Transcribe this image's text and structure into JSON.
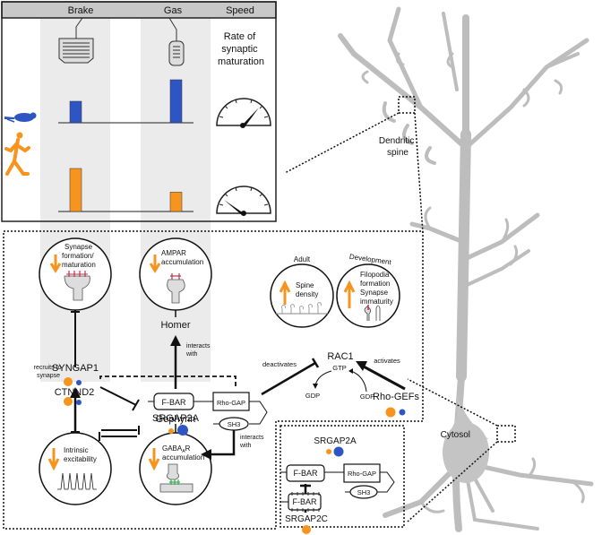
{
  "colors": {
    "orange": "#F7941D",
    "blue": "#2E55C4",
    "neuron_gray": "#BDBDBD",
    "panel_gray": "#EBEBEB",
    "header_gray": "#C8C8C8",
    "synapse_red": "#C0304A",
    "synapse_green": "#2DAE4A"
  },
  "top_panel": {
    "headers": {
      "brake": "Brake",
      "gas": "Gas",
      "speed": "Speed"
    },
    "speed_label": [
      "Rate of",
      "synaptic",
      "maturation"
    ],
    "rows": [
      {
        "organism": "mouse",
        "brake_level": 0.5,
        "gas_level": 1.0,
        "speed_level": "high"
      },
      {
        "organism": "human",
        "brake_level": 1.0,
        "gas_level": 0.45,
        "speed_level": "low"
      }
    ]
  },
  "neuron": {
    "dendritic_spine_label": [
      "Dendritic",
      "spine"
    ],
    "cytosol_label": "Cytosol"
  },
  "pathway": {
    "circles": {
      "synapse": [
        "Synapse",
        "formation/",
        "maturation"
      ],
      "ampar": [
        "AMPAR",
        "accumulation"
      ],
      "excitability": [
        "Intrinsic",
        "excitability"
      ],
      "gabaar": [
        "GABA",
        "A",
        "R",
        "accumulation"
      ],
      "adult_title": "Adult",
      "adult": [
        "Spine",
        "density"
      ],
      "dev_title": "Development",
      "dev": [
        "Filopodia",
        "formation",
        "Synapse",
        "immaturity"
      ]
    },
    "nodes": {
      "syngap1": "SYNGAP1",
      "ctnnd2": "CTNND2",
      "homer": "Homer",
      "gephyrin": "Gephyrin",
      "srgap2a": "SRGAP2A",
      "rac1": "RAC1",
      "gtp": "GTP",
      "gdp1": "GDP",
      "gdp2": "GDP",
      "rhogefs": "Rho-GEFs"
    },
    "domains": {
      "fbar": "F-BAR",
      "rhogap": "Rho-GAP",
      "sh3": "SH3"
    },
    "edge_labels": {
      "recruits": [
        "recruits to",
        "synapse"
      ],
      "interacts_homer": [
        "interacts",
        "with"
      ],
      "interacts_gephyrin": [
        "interacts",
        "with"
      ],
      "deactivates": "deactivates",
      "activates": "activates"
    }
  },
  "inset": {
    "srgap2a": "SRGAP2A",
    "srgap2c": "SRGAP2C",
    "fbar": "F-BAR",
    "rhogap": "Rho-GAP",
    "sh3": "SH3",
    "fbar_c": "F-BAR"
  }
}
